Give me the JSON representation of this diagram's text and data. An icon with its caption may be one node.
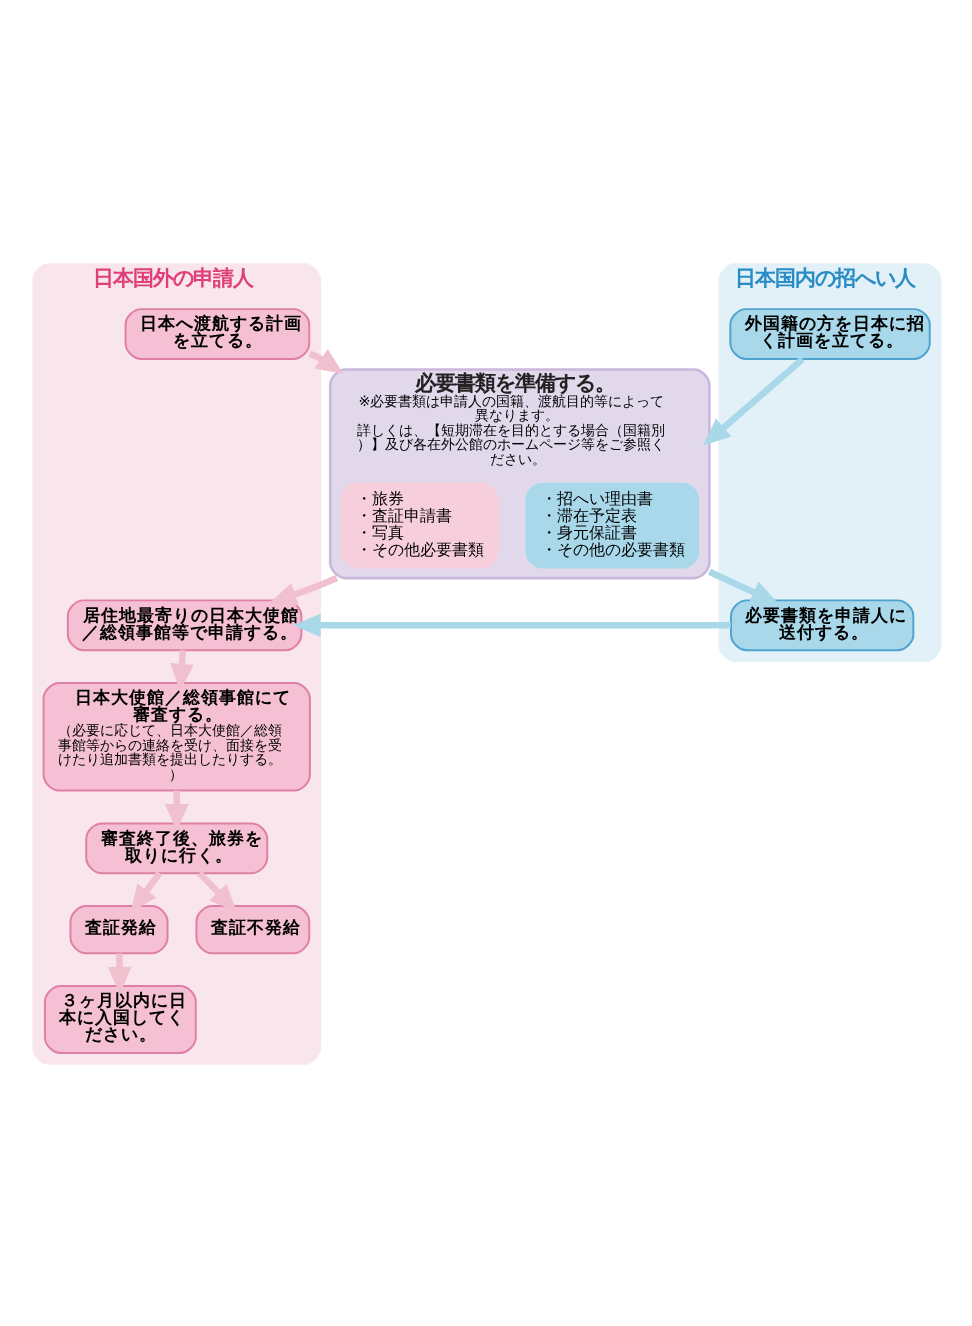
{
  "diagram": {
    "nodes": [
      {
        "text": [
          "日本国外の申請人"
        ]
      },
      {
        "text": [
          "日本国内の招へい人"
        ]
      },
      {
        "text": [
          "日本へ渡航する計画を立てる。"
        ],
        "in": 0
      },
      {
        "text": [
          "外国籍の方を日本に招く計画を立てる。"
        ],
        "in": 1
      },
      {
        "text": [
          "必要書類を準備する。",
          "※必要書類は申請人の国籍、渡航目的等によって異なります。",
          "詳しくは、【短期滞在を目的とする場合（国籍別）】及び各在外公館のホームページ等をご参照ください。"
        ]
      },
      {
        "text": [
          "・旅券",
          "・査証申請書",
          "・写真",
          "・その他必要書類"
        ],
        "in": 4
      },
      {
        "text": [
          "・招へい理由書",
          "・滞在予定表",
          "・身元保証書",
          "・その他の必要書類"
        ],
        "in": 4
      },
      {
        "text": [
          "必要書類を申請人に送付する。"
        ],
        "in": 1
      },
      {
        "text": [
          "居住地最寄りの日本大使館／総領事館等で申請する。"
        ],
        "in": 0
      },
      {
        "text": [
          "日本大使館／総領事館にて審査する。",
          "（必要に応じて、日本大使館／総領事館等からの連絡を受け、面接を受けたり追加書類を提出したりする。）"
        ],
        "in": 0
      },
      {
        "text": [
          "審査終了後、旅券を取りに行く。"
        ],
        "in": 0
      },
      {
        "text": [
          "査証発給"
        ],
        "in": 0
      },
      {
        "text": [
          "査証不発給"
        ],
        "in": 0
      },
      {
        "text": [
          "３ヶ月以内に日本に入国してください。"
        ],
        "in": 0
      }
    ],
    "edges": [
      {
        "from": 2,
        "to": 4,
        "arrow": "to"
      },
      {
        "from": 3,
        "to": 4,
        "arrow": "to",
        "color": "#a9d8e8"
      },
      {
        "from": 4,
        "to": 8,
        "arrow": "to"
      },
      {
        "from": 4,
        "to": 7,
        "arrow": "to",
        "color": "#a9d8e8"
      },
      {
        "from": 7,
        "to": 8,
        "arrow": "to",
        "color": "#a9d8e8"
      },
      {
        "from": 8,
        "to": 9,
        "arrow": "to"
      },
      {
        "from": 9,
        "to": 10,
        "arrow": "to"
      },
      {
        "from": 10,
        "to": 11,
        "arrow": "to"
      },
      {
        "from": 10,
        "to": 12,
        "arrow": "to"
      },
      {
        "from": 11,
        "to": 13,
        "arrow": "to"
      }
    ]
  }
}
